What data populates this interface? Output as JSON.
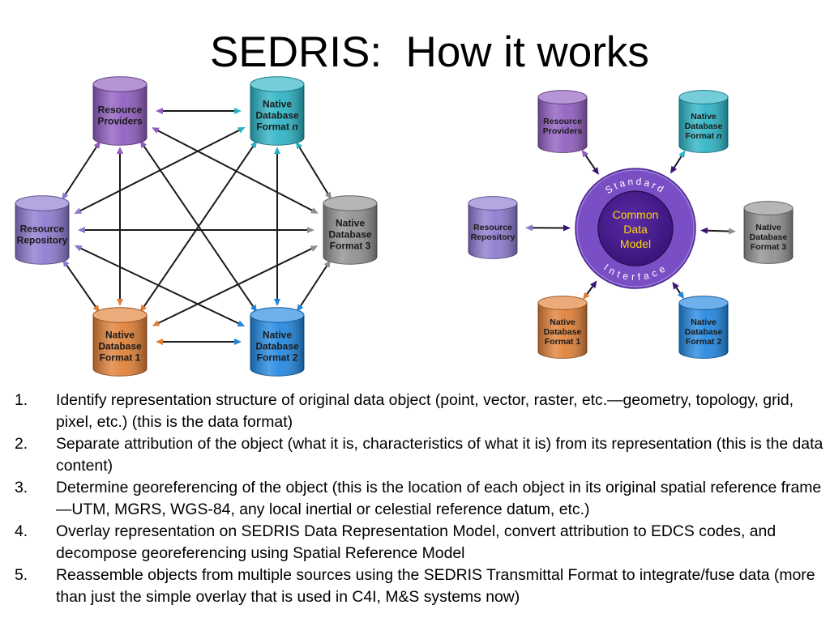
{
  "title": "SEDRIS:  How it works",
  "node_colors": {
    "resource_providers": "#8f5cbf",
    "resource_repository": "#8c78cf",
    "native_n": "#2ab2c4",
    "native_3": "#8e8e8e",
    "native_1": "#e07e34",
    "native_2": "#1f86e0"
  },
  "left_diagram": {
    "nodes": [
      {
        "line1": "Resource",
        "line2": "Providers"
      },
      {
        "line1": "Native",
        "line2": "Database",
        "line3": "Format",
        "line3_em": "n"
      },
      {
        "line1": "Native",
        "line2": "Database",
        "line3": "Format 3"
      },
      {
        "line1": "Native",
        "line2": "Database",
        "line3": "Format 2"
      },
      {
        "line1": "Native",
        "line2": "Database",
        "line3": "Format 1"
      },
      {
        "line1": "Resource",
        "line2": "Repository"
      }
    ]
  },
  "right_diagram": {
    "nodes": [
      {
        "line1": "Resource",
        "line2": "Providers"
      },
      {
        "line1": "Native",
        "line2": "Database",
        "line3": "Format",
        "line3_em": "n"
      },
      {
        "line1": "Native",
        "line2": "Database",
        "line3": "Format 3"
      },
      {
        "line1": "Native",
        "line2": "Database",
        "line3": "Format 2"
      },
      {
        "line1": "Native",
        "line2": "Database",
        "line3": "Format 1"
      },
      {
        "line1": "Resource",
        "line2": "Repository"
      }
    ],
    "ring_top": "Standard",
    "ring_bottom": "Interface",
    "core": [
      "Common",
      "Data",
      "Model"
    ]
  },
  "steps": [
    {
      "num": "1.",
      "text": "Identify representation structure of original data object (point, vector, raster, etc.—geometry, topology, grid, pixel, etc.) (this is the data format)"
    },
    {
      "num": "2.",
      "text": "Separate attribution of the object (what it is, characteristics of what it is) from its representation (this is the data content)"
    },
    {
      "num": "3.",
      "text": "Determine georeferencing of the object (this is the location of each object in its original spatial reference frame—UTM, MGRS, WGS-84, any local inertial or celestial reference datum, etc.)"
    },
    {
      "num": "4.",
      "text": "Overlay representation on SEDRIS Data Representation Model, convert attribution to EDCS codes, and decompose georeferencing using Spatial Reference Model"
    },
    {
      "num": "5.",
      "text": "Reassemble objects from multiple sources using the SEDRIS Transmittal Format to integrate/fuse data (more than just the simple overlay that is used in C4I, M&S systems now)"
    }
  ]
}
